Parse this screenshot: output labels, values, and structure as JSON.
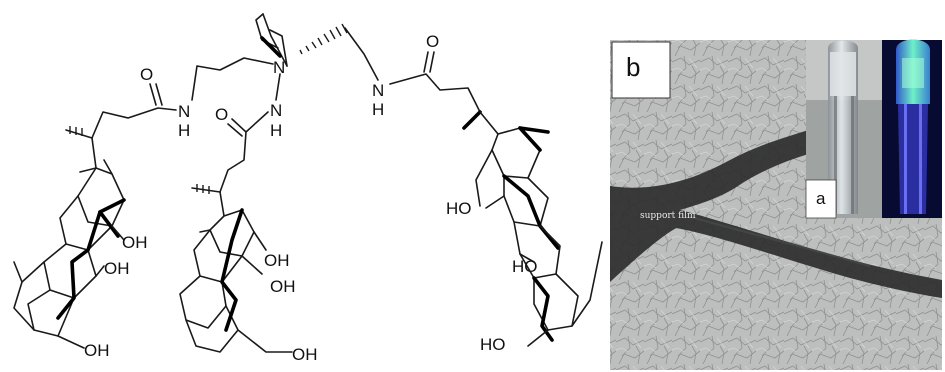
{
  "structure": {
    "atoms": {
      "n_center": "N",
      "amide_left_o": "O",
      "amide_left_h": "H",
      "amide_left_n": "N",
      "amide_mid_o": "O",
      "amide_mid_n": "N",
      "amide_mid_h": "H",
      "amide_right_o": "O",
      "amide_right_n": "N",
      "amide_right_h": "H",
      "left_oh_1": "OH",
      "left_oh_2": "OH",
      "left_oh_3": "OH",
      "mid_oh_1": "OH",
      "mid_oh_2": "OH",
      "mid_oh_3": "OH",
      "right_ho_1": "HO",
      "right_ho_2": "HO",
      "right_ho_3": "HO"
    }
  },
  "photo_panel": {
    "panel_label": "b",
    "tem_annotation": "support film",
    "inset_label": "a",
    "colors": {
      "tem_background": "#b9bcba",
      "fiber": "#2b2d2c",
      "uv_glow": "#5ce0d6",
      "uv_background": "#060a30"
    }
  }
}
